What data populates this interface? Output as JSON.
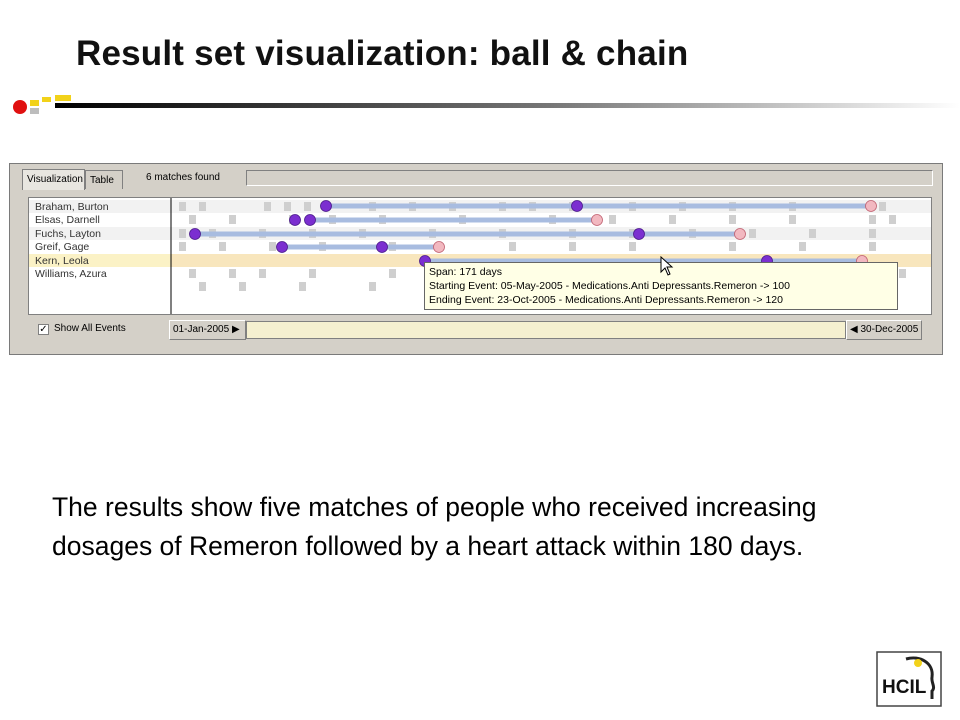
{
  "slide": {
    "title": "Result set visualization: ball & chain",
    "body": "The results show five matches of people who received increasing dosages of Remeron followed by a heart attack within 180 days.",
    "logo_text": "HCIL"
  },
  "app": {
    "tabs": [
      {
        "label": "Visualization",
        "active": true
      },
      {
        "label": "Table",
        "active": false
      }
    ],
    "matches_text": "6 matches found",
    "patients": [
      "Braham, Burton",
      "Elsas, Darnell",
      "Fuchs, Layton",
      "Greif, Gage",
      "Kern, Leola",
      "Williams, Azura"
    ],
    "tooltip": {
      "span": "Span: 171 days",
      "start": "Starting Event: 05-May-2005 - Medications.Anti Depressants.Remeron -> 100",
      "end": "Ending Event: 23-Oct-2005 - Medications.Anti Depressants.Remeron -> 120"
    },
    "show_all_events_label": "Show All Events",
    "show_all_events_checked": true,
    "start_date": "01-Jan-2005",
    "end_date": "30-Dec-2005",
    "colors": {
      "ball_start": "#7b2fd0",
      "ball_end": "#f2b8c0",
      "chain": "#a8bce0",
      "highlight_row": "#fbf2c6"
    }
  }
}
